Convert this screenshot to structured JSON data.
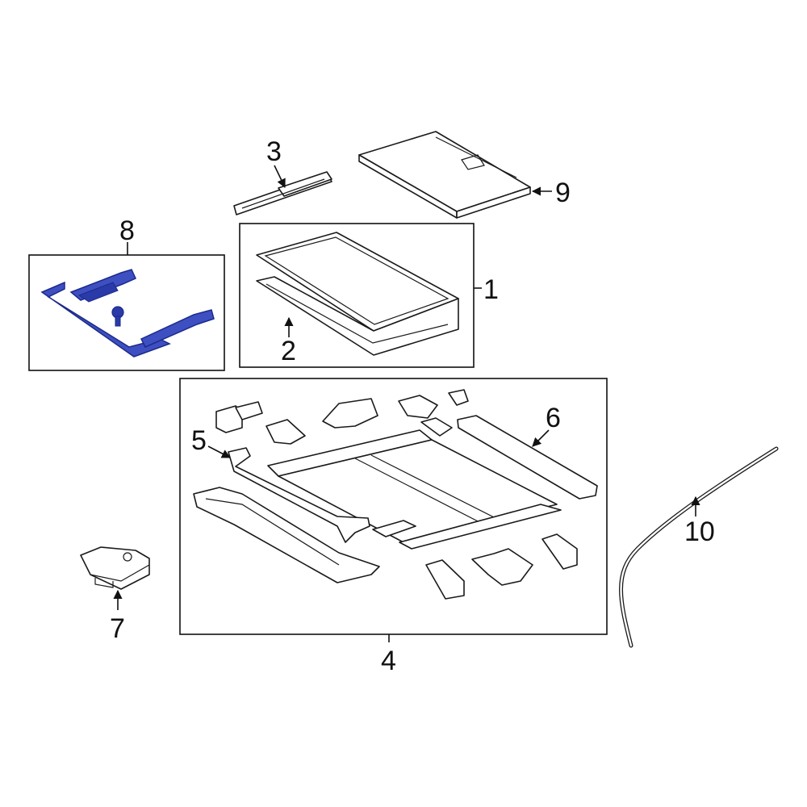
{
  "colors": {
    "highlight_fill": "#3d4fc1",
    "highlight_stroke": "#1c2a8a",
    "line": "#1a1a1a",
    "background": "#ffffff"
  },
  "callouts": {
    "c1": "1",
    "c2": "2",
    "c3": "3",
    "c4": "4",
    "c5": "5",
    "c6": "6",
    "c7": "7",
    "c8": "8",
    "c9": "9",
    "c10": "10"
  }
}
